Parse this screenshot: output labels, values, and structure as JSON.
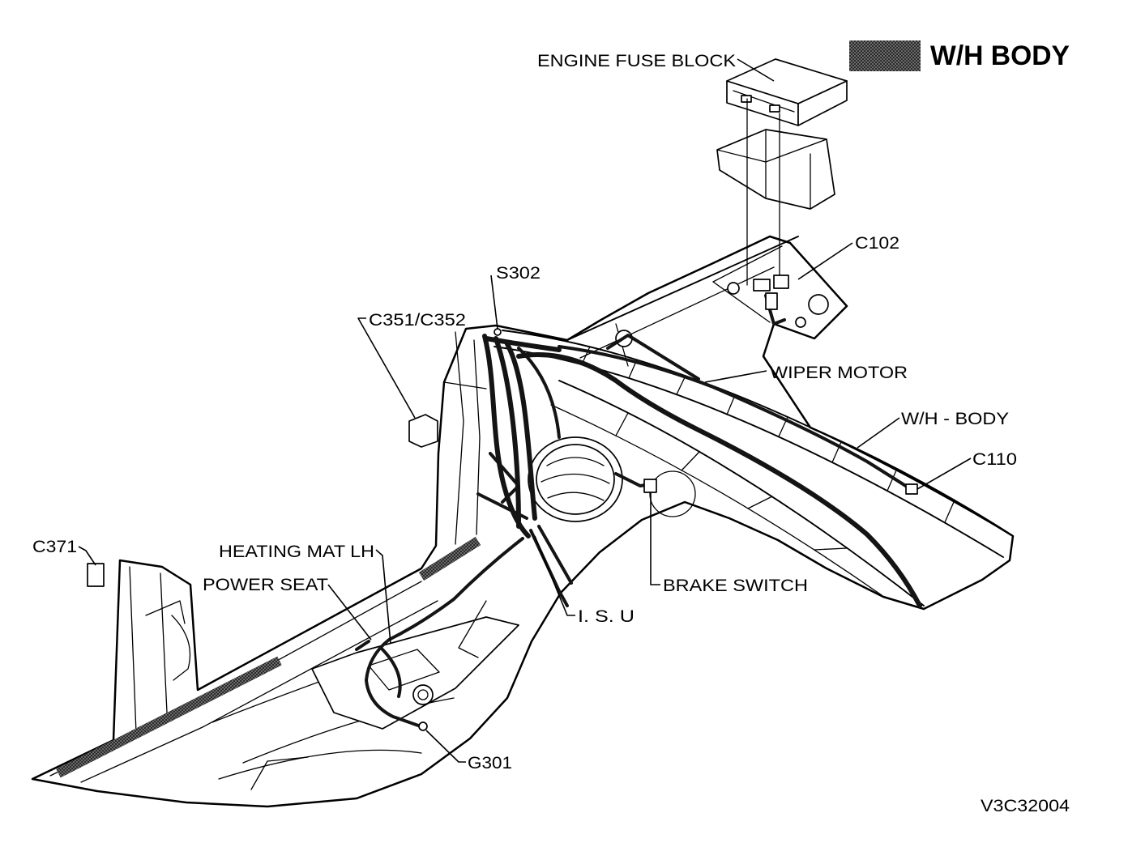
{
  "legend": {
    "label": "W/H BODY"
  },
  "callouts": {
    "engine_fuse_block": "ENGINE FUSE BLOCK",
    "c102": "C102",
    "s302": "S302",
    "c351_c352": "C351/C352",
    "wiper_motor": "WIPER MOTOR",
    "wh_body": "W/H - BODY",
    "c110": "C110",
    "c371": "C371",
    "heating_mat_lh": "HEATING MAT LH",
    "power_seat": "POWER SEAT",
    "brake_switch": "BRAKE SWITCH",
    "isu": "I. S. U",
    "g301": "G301"
  },
  "figure_code": "V3C32004",
  "colors": {
    "background": "#ffffff",
    "line": "#000000",
    "harness": "#141414",
    "legend_swatch": "#2b2b2b"
  }
}
